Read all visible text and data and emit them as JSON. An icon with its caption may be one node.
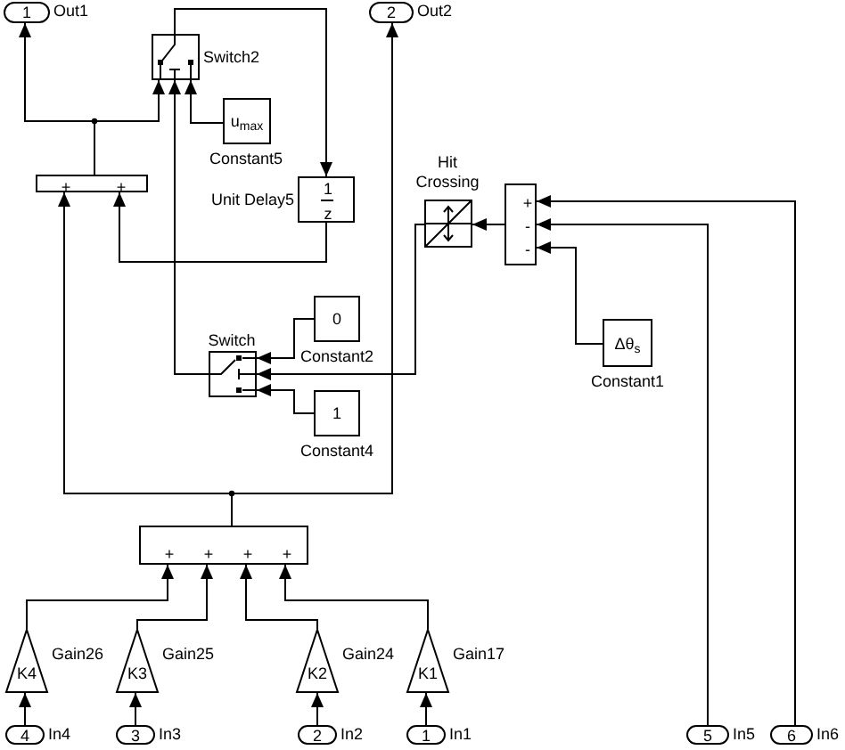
{
  "diagram": {
    "nodes": [
      {
        "text": [
          "1"
        ],
        "beside": [
          "Out1"
        ]
      },
      {
        "text": [
          "2"
        ],
        "beside": [
          "Out2"
        ]
      },
      {
        "text": [],
        "shape": "box",
        "beside": [
          "Switch2"
        ]
      },
      {
        "text": [
          "u$_{max}$"
        ],
        "beside": [
          "Constant5"
        ]
      },
      {
        "text": [
          "1",
          "z"
        ],
        "beside": [
          "Unit Delay5"
        ]
      },
      {
        "text": [
          "+",
          "+"
        ]
      },
      {
        "text": [],
        "shape": "box",
        "beside": [
          "Hit Crossing"
        ]
      },
      {
        "text": [
          "+",
          "-",
          "-"
        ]
      },
      {
        "text": [],
        "shape": "box",
        "beside": [
          "Switch"
        ]
      },
      {
        "text": [
          "0"
        ],
        "beside": [
          "Constant2"
        ]
      },
      {
        "text": [
          "Δθ$_{s}$"
        ],
        "beside": [
          "Constant1"
        ]
      },
      {
        "text": [
          "1"
        ],
        "beside": [
          "Constant4"
        ]
      },
      {
        "text": [
          "+",
          "+",
          "+",
          "+"
        ]
      },
      {
        "text": [
          "K4"
        ],
        "beside": [
          "Gain26"
        ]
      },
      {
        "text": [
          "K3"
        ],
        "beside": [
          "Gain25"
        ]
      },
      {
        "text": [
          "K2"
        ],
        "beside": [
          "Gain24"
        ]
      },
      {
        "text": [
          "K1"
        ],
        "beside": [
          "Gain17"
        ]
      },
      {
        "text": [
          "4"
        ],
        "beside": [
          "In4"
        ]
      },
      {
        "text": [
          "3"
        ],
        "beside": [
          "In3"
        ]
      },
      {
        "text": [
          "2"
        ],
        "beside": [
          "In2"
        ]
      },
      {
        "text": [
          "1"
        ],
        "beside": [
          "In1"
        ]
      },
      {
        "text": [
          "5"
        ],
        "beside": [
          "In5"
        ]
      },
      {
        "text": [
          "6"
        ],
        "beside": [
          "In6"
        ]
      }
    ],
    "edges": [
      {
        "from": 5,
        "to": 0,
        "arrow": "to"
      },
      {
        "from": 5,
        "to": 2,
        "arrow": "to"
      },
      {
        "from": 3,
        "to": 2,
        "arrow": "to"
      },
      {
        "from": 8,
        "to": 2,
        "arrow": "to"
      },
      {
        "from": 2,
        "to": 4,
        "arrow": "to"
      },
      {
        "from": 4,
        "to": 5,
        "arrow": "to"
      },
      {
        "from": 12,
        "to": 5,
        "arrow": "to"
      },
      {
        "from": 12,
        "to": 1,
        "arrow": "to"
      },
      {
        "from": 9,
        "to": 8,
        "arrow": "to"
      },
      {
        "from": 6,
        "to": 8,
        "arrow": "to"
      },
      {
        "from": 11,
        "to": 8,
        "arrow": "to"
      },
      {
        "from": 7,
        "to": 6,
        "arrow": "to"
      },
      {
        "from": 22,
        "to": 7,
        "arrow": "to"
      },
      {
        "from": 21,
        "to": 7,
        "arrow": "to"
      },
      {
        "from": 10,
        "to": 7,
        "arrow": "to"
      },
      {
        "from": 13,
        "to": 12,
        "arrow": "to"
      },
      {
        "from": 14,
        "to": 12,
        "arrow": "to"
      },
      {
        "from": 15,
        "to": 12,
        "arrow": "to"
      },
      {
        "from": 16,
        "to": 12,
        "arrow": "to"
      },
      {
        "from": 17,
        "to": 13,
        "arrow": "to"
      },
      {
        "from": 18,
        "to": 14,
        "arrow": "to"
      },
      {
        "from": 19,
        "to": 15,
        "arrow": "to"
      },
      {
        "from": 20,
        "to": 16,
        "arrow": "to"
      }
    ]
  }
}
